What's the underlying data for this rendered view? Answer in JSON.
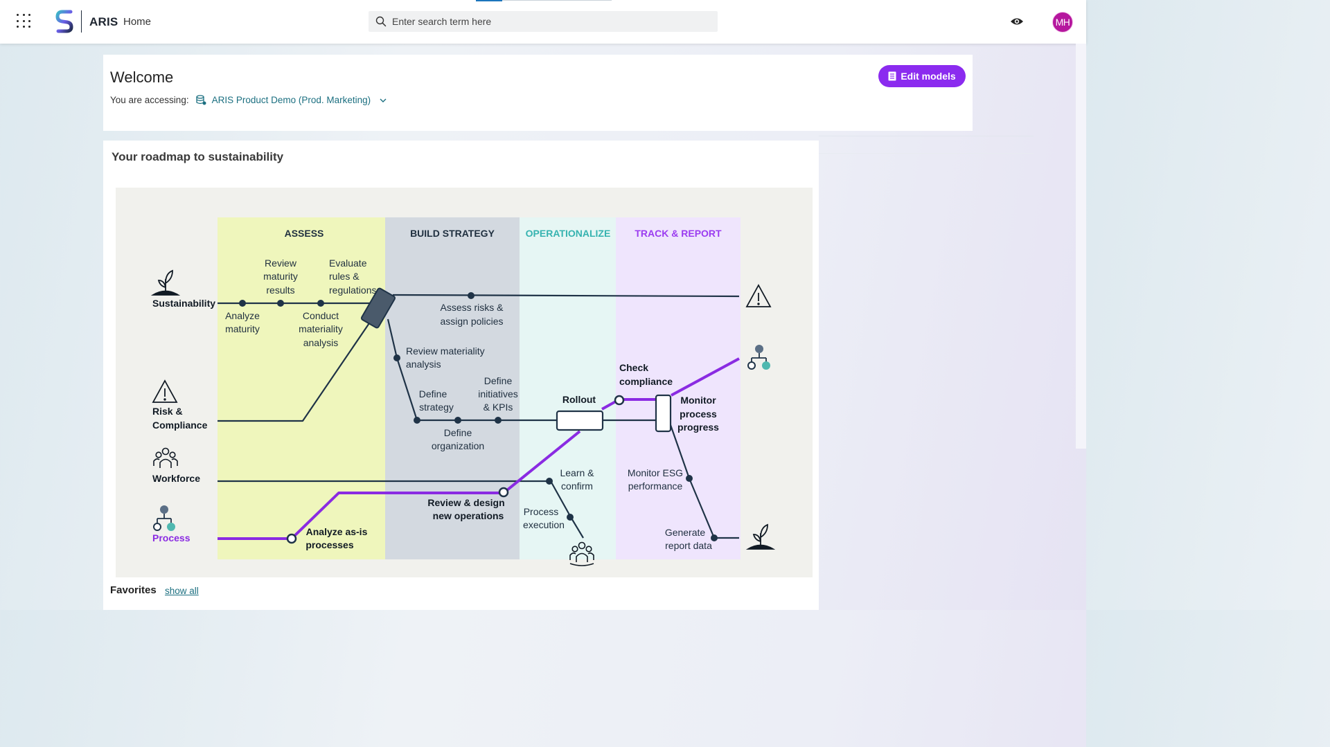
{
  "header": {
    "brand": "ARIS",
    "page": "Home",
    "search_placeholder": "Enter search term here",
    "user_initials": "MH",
    "icons": [
      "apps-grid-icon",
      "aris-logo",
      "search-icon",
      "eye-icon"
    ]
  },
  "welcome": {
    "title": "Welcome",
    "accessing_label": "You are accessing:",
    "database": "ARIS Product Demo (Prod. Marketing)",
    "edit_button": "Edit models"
  },
  "roadmap": {
    "title": "Your roadmap to sustainability",
    "phases": [
      {
        "label": "ASSESS",
        "color": "#1f2f3f"
      },
      {
        "label": "BUILD STRATEGY",
        "color": "#1f2f3f"
      },
      {
        "label": "OPERATIONALIZE",
        "color": "#36b3b0"
      },
      {
        "label": "TRACK & REPORT",
        "color": "#9b3cf0"
      }
    ],
    "lanes": {
      "sustainability": "Sustainability",
      "risk_1": "Risk &",
      "risk_2": "Compliance",
      "workforce": "Workforce",
      "process": "Process"
    },
    "steps": {
      "analyze_maturity": [
        "Analyze",
        "maturity"
      ],
      "review_maturity": [
        "Review",
        "maturity",
        "results"
      ],
      "conduct_materiality": [
        "Conduct",
        "materiality",
        "analysis"
      ],
      "evaluate_rules": [
        "Evaluate",
        "rules &",
        "regulations"
      ],
      "assess_risks": [
        "Assess risks &",
        "assign policies"
      ],
      "review_materiality": [
        "Review materiality",
        "analysis"
      ],
      "define_strategy": [
        "Define",
        "strategy"
      ],
      "define_organization": [
        "Define",
        "organization"
      ],
      "define_initiatives": [
        "Define",
        "initiatives",
        "& KPIs"
      ],
      "rollout": [
        "Rollout"
      ],
      "check_compliance": [
        "Check",
        "compliance"
      ],
      "monitor_progress": [
        "Monitor",
        "process",
        "progress"
      ],
      "monitor_esg": [
        "Monitor ESG",
        "performance"
      ],
      "generate_report": [
        "Generate",
        "report data"
      ],
      "learn_confirm": [
        "Learn &",
        "confirm"
      ],
      "process_execution": [
        "Process",
        "execution"
      ],
      "review_design": [
        "Review & design",
        "new operations"
      ],
      "analyze_asis": [
        "Analyze as-is",
        "processes"
      ]
    },
    "colors": {
      "track": "#1f3347",
      "process_track": "#8a2be2",
      "accent": "#8b2bef",
      "link": "#1b6f80"
    }
  },
  "favorites": {
    "title": "Favorites",
    "show_all": "show all"
  }
}
